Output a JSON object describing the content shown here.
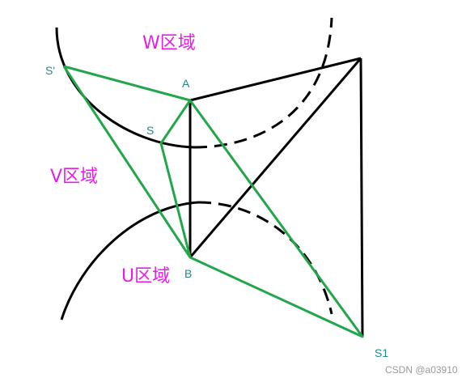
{
  "colors": {
    "black_lines": "#000000",
    "green_lines": "#22a64a",
    "region_text": "#e61ee6",
    "point_text": "#1f8a8a",
    "watermark_text": "#9a9a9a"
  },
  "regions": {
    "w": "W区域",
    "v": "V区域",
    "u": "U区域"
  },
  "points": {
    "s_prime": "S'",
    "a": "A",
    "s": "S",
    "b": "B",
    "s1": "S1"
  },
  "watermark": "CSDN @a03910"
}
